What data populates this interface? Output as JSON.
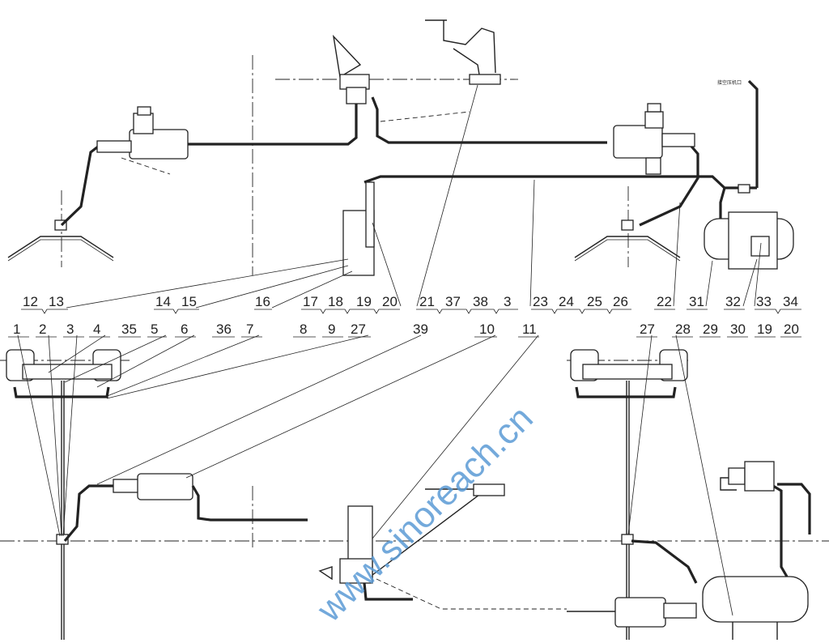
{
  "diagram": {
    "labels_row1": [
      "12",
      "13",
      "14",
      "15",
      "16",
      "17",
      "18",
      "19",
      "20",
      "21",
      "37",
      "38",
      "3",
      "23",
      "24",
      "25",
      "26",
      "22",
      "31",
      "32",
      "33",
      "34"
    ],
    "labels_row2": [
      "1",
      "2",
      "3",
      "4",
      "35",
      "5",
      "6",
      "36",
      "7",
      "8",
      "9",
      "27",
      "39",
      "10",
      "11",
      "27",
      "28",
      "29",
      "30",
      "19",
      "20"
    ],
    "small_note": "接空压机口",
    "watermark": "www.sinoreach.cn"
  }
}
